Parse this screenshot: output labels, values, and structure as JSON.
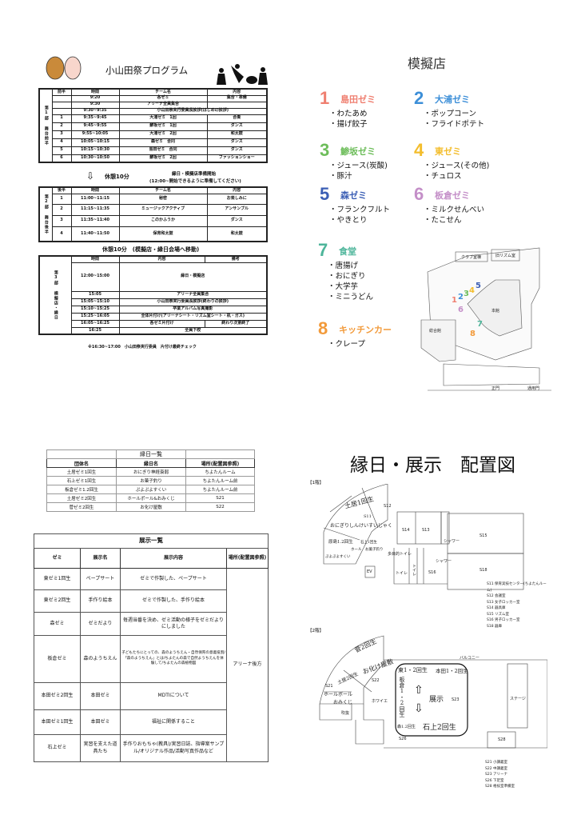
{
  "program": {
    "title": "小山田祭プログラム",
    "part1": {
      "group": "第1部 舞台前半",
      "headers": [
        "前半",
        "時間",
        "チーム名",
        "内容"
      ],
      "rows": [
        [
          "",
          "9:20",
          "各ゼミ",
          "集合・準備"
        ],
        [
          "",
          "9:30",
          "アリーナ全員集合",
          ""
        ],
        [
          "",
          "9:30~9:35",
          "小山田祭実行委員長挨拶(はじめの挨拶)",
          ""
        ],
        [
          "1",
          "9:35~9:45",
          "大浦ゼミ　1回",
          "合奏"
        ],
        [
          "2",
          "9:45~9:55",
          "鯵坂ゼミ　1回",
          "ダンス"
        ],
        [
          "3",
          "9:55~10:05",
          "大浦ゼミ　2回",
          "和太鼓"
        ],
        [
          "4",
          "10:05~10:15",
          "森ゼミ　合同",
          "ダンス"
        ],
        [
          "5",
          "10:15~10:30",
          "島田ゼミ　合同",
          "ダンス"
        ],
        [
          "6",
          "10:30~10:50",
          "鯵坂ゼミ　2回",
          "ファッションショー"
        ]
      ]
    },
    "break1": {
      "label": "休憩10分",
      "note1": "縁日・模擬店準備開始",
      "note2": "(12:00~開始できるように準備してください)"
    },
    "part2": {
      "group": "第2部 舞台後半",
      "headers": [
        "後半",
        "時間",
        "チーム名",
        "内容"
      ],
      "rows": [
        [
          "1",
          "11:00~11:15",
          "秘密",
          "お楽しみに"
        ],
        [
          "2",
          "11:15~11:35",
          "ミュージックアクティブ",
          "アンサンブル"
        ],
        [
          "3",
          "11:35~11:40",
          "このかふうか",
          "ダンス"
        ],
        [
          "4",
          "11:40~11:50",
          "保育和太鼓",
          "和太鼓"
        ]
      ]
    },
    "break2": "休憩10分　(模擬店・縁日会場へ移動)",
    "part3": {
      "group": "第3部 模擬店・縁日",
      "headers": [
        "時間",
        "内容",
        "備考"
      ],
      "rows": [
        [
          "12:00~15:00",
          "縁日・模擬店",
          ""
        ],
        [
          "15:05",
          "アリーナ全員集合",
          ""
        ],
        [
          "15:05~15:10",
          "小山田祭実行委員長挨拶(終わりの挨拶)",
          ""
        ],
        [
          "15:10~15:25",
          "卒業アルバム写真撮影",
          ""
        ],
        [
          "15:25~16:05",
          "全体片付け(アリーナシート・リズム室シート・机・ガス)",
          ""
        ],
        [
          "16:05~16:25",
          "各ゼミ片付け",
          "終わり次第終了"
        ],
        [
          "16:25",
          "全員下校",
          ""
        ]
      ]
    },
    "footnote": "※16:30~17:00　小山田祭実行委員　片付け最終チェック"
  },
  "mogiten": {
    "title": "模擬店",
    "stalls": [
      {
        "num": "1",
        "name": "島田ゼミ",
        "items": [
          "・わたあめ",
          "・揚げ餃子"
        ],
        "color": "#ef7f70"
      },
      {
        "num": "2",
        "name": "大浦ゼミ",
        "items": [
          "・ポップコーン",
          "・フライドポテト"
        ],
        "color": "#3d8fd8"
      },
      {
        "num": "3",
        "name": "鯵坂ゼミ",
        "items": [
          "・ジュース(炭酸)",
          "・豚汁"
        ],
        "color": "#6dbd5a"
      },
      {
        "num": "4",
        "name": "東ゼミ",
        "items": [
          "・ジュース(その他)",
          "・チュロス"
        ],
        "color": "#f3bd2c"
      },
      {
        "num": "5",
        "name": "森ゼミ",
        "items": [
          "・フランクフルト",
          "・やきとり"
        ],
        "color": "#3c5fb5"
      },
      {
        "num": "6",
        "name": "板倉ゼミ",
        "items": [
          "・ミルクせんべい",
          "・たこせん"
        ],
        "color": "#c48fc8"
      },
      {
        "num": "7",
        "name": "食堂",
        "items": [
          "・唐揚げ",
          "・おにぎり",
          "・大学芋",
          "・ミニうどん"
        ],
        "color": "#4db59a"
      },
      {
        "num": "8",
        "name": "キッチンカー",
        "items": [
          "・クレープ"
        ],
        "color": "#f29a3a"
      }
    ],
    "map_labels": {
      "club": "クラブ室棟",
      "rhythm": "旧リズム室",
      "gym": "総合館",
      "main": "本館",
      "gate": "正門",
      "back_gate": "通用門"
    }
  },
  "ennichi": {
    "title": "縁日一覧",
    "headers": [
      "団体名",
      "縁日名",
      "場所(配置図参照)"
    ],
    "rows": [
      [
        "土居ゼミ1回生",
        "おにぎり神経衰弱",
        "ちよたんルーム"
      ],
      [
        "石上ゼミ1回生",
        "お菓子釣り",
        "ちよたんルーム前"
      ],
      [
        "板倉ゼミ1.2回生",
        "ぷよぷよすくい",
        "ちよたんルーム前"
      ],
      [
        "土居ゼミ2回生",
        "ホールポール&おみくじ",
        "S21"
      ],
      [
        "菅ゼミ2回生",
        "お化け屋敷",
        "S22"
      ]
    ]
  },
  "tenji": {
    "title": "展示一覧",
    "headers": [
      "ゼミ",
      "展示名",
      "展示内容",
      "場所(配置図参照)"
    ],
    "place": "アリーナ後方",
    "rows": [
      [
        "東ゼミ1回生",
        "ペープサート",
        "ゼミで作製した、ペープサート"
      ],
      [
        "東ゼミ2回生",
        "手作り絵本",
        "ゼミで作製した、手作り絵本"
      ],
      [
        "森ゼミ",
        "ゼミだより",
        "毎週当番を決め、ゼミ活動の様子をゼミだよりにしました"
      ],
      [
        "板倉ゼミ",
        "森のようちえん",
        "子どもたちにとっての、森のようちえん・自然保育の意義役割/「森のようちえん」とは/ちよたんの森で自然ようちえんを体験して/ちよたんの森植物図"
      ],
      [
        "本田ゼミ2回生",
        "本田ゼミ",
        "MDTIについて"
      ],
      [
        "本田ゼミ1回生",
        "本田ゼミ",
        "福祉に関係すること"
      ],
      [
        "石上ゼミ",
        "実習を支えた道具たち",
        "手作りおもちゃ(教具)/実習日誌、指導案サンプル/オリジナル作品/活動写真作品など"
      ]
    ]
  },
  "layout": {
    "title": "縁日・展示　配置図",
    "floor1": {
      "label": "【1階】",
      "rooms": {
        "s12": "S12",
        "s14": "S14",
        "s13": "S13",
        "s15": "S15",
        "s16": "S16",
        "s18": "S18",
        "shower1": "シャワー",
        "shower2": "シャワー",
        "toilet1": "トイレ",
        "toilet2": "トイレ",
        "mtoilet": "多目的トイレ",
        "ev": "EV"
      },
      "hand": [
        "土居1回生",
        "S11",
        "おにぎりしんけいすいじゃく",
        "原島1.2回生",
        "石上1回生",
        "ホール",
        "お菓子釣り",
        "ぷよぷよすくい"
      ],
      "legend": [
        "S11 保育実技センター(ちよたんルーム)",
        "S12 会議室",
        "S13 女子ロッカー室",
        "S14 器具庫",
        "S15 リズム室",
        "S16 男子ロッカー室",
        "S18 器庫"
      ]
    },
    "floor2": {
      "label": "【2階】",
      "rooms": {
        "s22": "S22",
        "s21": "S21",
        "s23": "S23",
        "s26": "S26",
        "s28": "S28",
        "foyer": "ホワイエ",
        "fukinuke": "吹抜",
        "stage": "ステージ",
        "balcony": "バルコニー"
      },
      "hand": [
        "菅2回生",
        "お化け屋敷",
        "土居2回生",
        "ホールボール",
        "おみくじ",
        "東1・2回生",
        "本田1・2回生",
        "板倉1・2回生",
        "展示",
        "森1.2回生",
        "石上2回生"
      ],
      "legend": [
        "S21 小講義室",
        "S22 中講義室",
        "S23 アリーナ",
        "S26 下足室",
        "S28 格技室準備室"
      ]
    }
  }
}
